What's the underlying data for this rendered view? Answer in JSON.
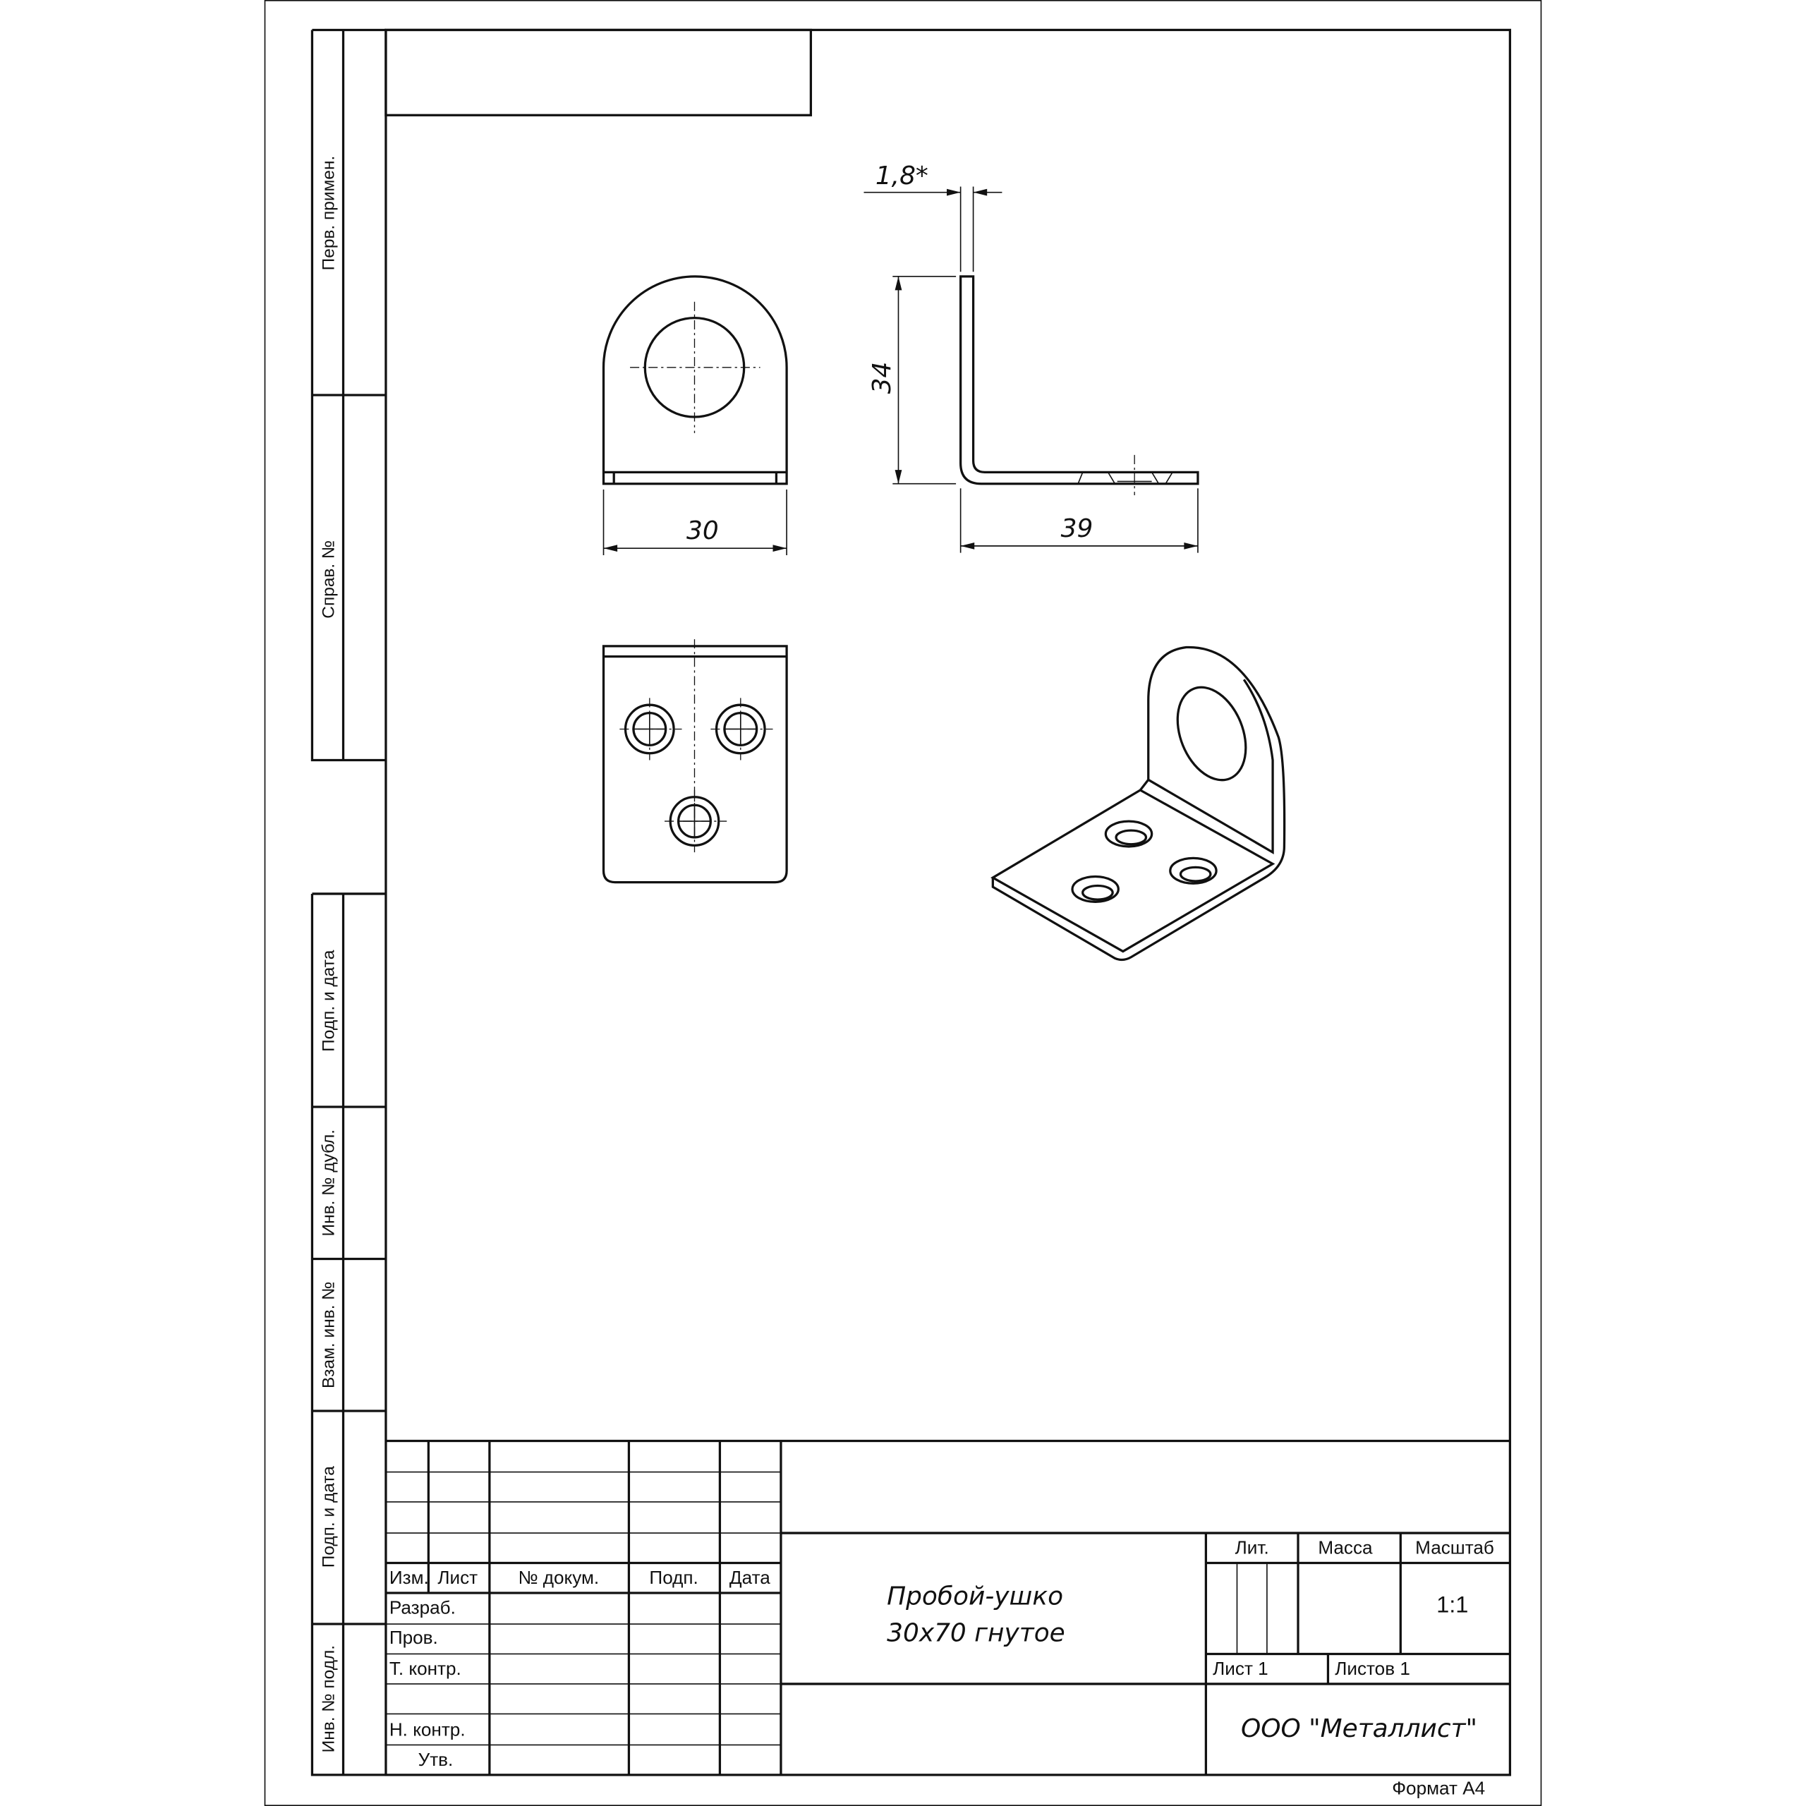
{
  "side_stamps": [
    "Перв. примен.",
    "Справ. №",
    "Подп. и дата",
    "Инв. № дубл.",
    "Взам. инв. №",
    "Подп. и дата",
    "Инв. № подл."
  ],
  "dimensions": {
    "thickness": "1,8*",
    "height": "34",
    "width": "30",
    "length": "39"
  },
  "title_block": {
    "headers": [
      "Изм.",
      "Лист",
      "№ докум.",
      "Подп.",
      "Дата"
    ],
    "roles": [
      "Разраб.",
      "Пров.",
      "Т. контр.",
      "",
      "Н. контр.",
      "Утв."
    ],
    "title_line1": "Пробой-ушко",
    "title_line2": "30x70 гнутое",
    "lit_label": "Лит.",
    "mass_label": "Масса",
    "scale_label": "Масштаб",
    "scale_value": "1:1",
    "sheet": "Лист 1",
    "sheets": "Листов 1",
    "company": "ООО \"Металлист\""
  },
  "format": "Формат А4"
}
